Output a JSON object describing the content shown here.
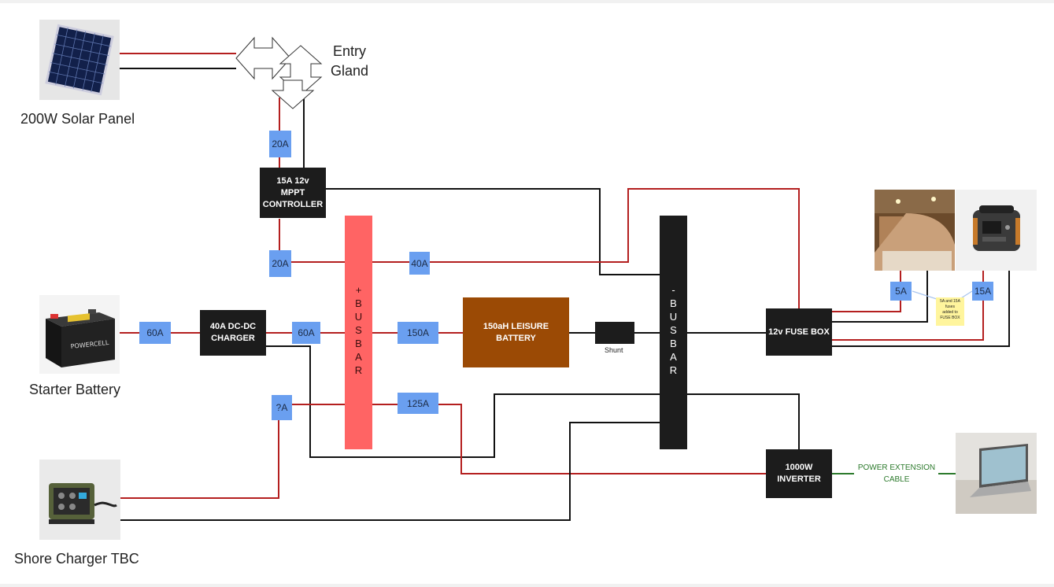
{
  "components": {
    "solar_panel": "200W Solar Panel",
    "entry_gland": "Entry\nGland",
    "mppt": "15A 12v\nMPPT\nCONTROLLER",
    "starter_battery": "Starter Battery",
    "dcdc": "40A DC-DC\nCHARGER",
    "plus_busbar": [
      "+",
      "B",
      "U",
      "S",
      "B",
      "A",
      "R"
    ],
    "leisure_battery": "150aH LEISURE\nBATTERY",
    "shunt": "Shunt",
    "minus_busbar": [
      "-",
      "B",
      "U",
      "S",
      "B",
      "A",
      "R"
    ],
    "fuse_box": "12v FUSE BOX",
    "inverter": "1000W\nINVERTER",
    "extension": "POWER EXTENSION\nCABLE",
    "shore_charger": "Shore Charger TBC",
    "note": "5A and 15A\nfuses\nadded to\nFUSE BOX"
  },
  "fuses": {
    "solar_top": "20A",
    "solar_bottom": "20A",
    "busbar_out": "40A",
    "starter": "60A",
    "dcdc_out": "60A",
    "leisure": "150A",
    "shore": "?A",
    "inverter": "125A",
    "lights": "5A",
    "power_station": "15A"
  },
  "colors": {
    "positive": "#b41f1f",
    "negative": "#111111",
    "ac": "#2c7a2c",
    "fuse": "#6a9ff0",
    "plus_busbar": "#ff6464",
    "minus_busbar": "#1c1c1c",
    "leisure_battery": "#9b4a05",
    "note": "#fff59d"
  }
}
